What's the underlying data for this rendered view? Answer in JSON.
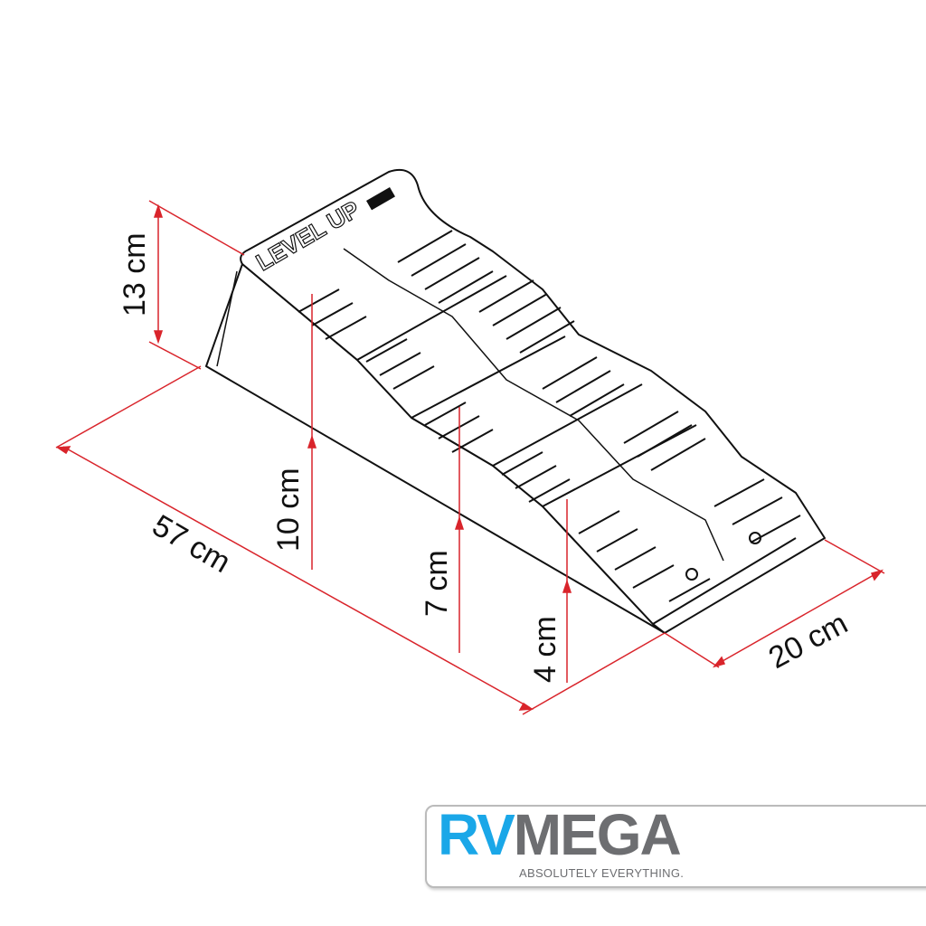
{
  "product_marking": "LEVEL UP",
  "dimensions": {
    "height_max": "13 cm",
    "height_tier_1": "10 cm",
    "height_tier_2": "7 cm",
    "height_tier_3": "4 cm",
    "length": "57 cm",
    "width": "20 cm"
  },
  "logo": {
    "brand_part_1": "RV",
    "brand_part_2": "MEGA",
    "tagline": "ABSOLUTELY EVERYTHING."
  },
  "colors": {
    "dimension_line": "#d9242b",
    "rv_blue": "#1aa7e8",
    "mega_gray": "#6d6e71"
  }
}
